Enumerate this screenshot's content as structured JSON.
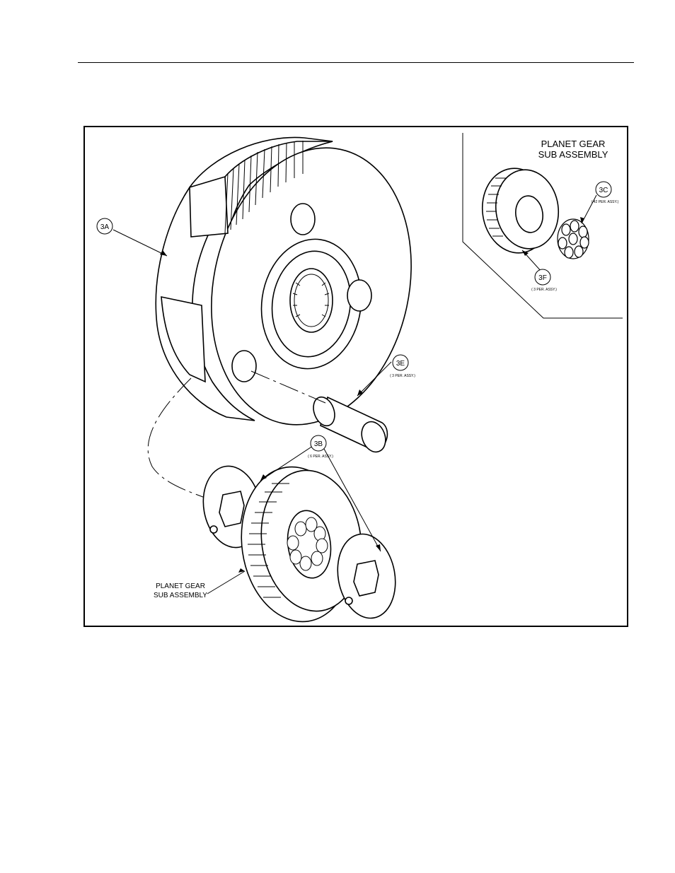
{
  "inset": {
    "title_line1": "PLANET GEAR",
    "title_line2": "SUB ASSEMBLY"
  },
  "callouts": {
    "c3a": {
      "id": "3A"
    },
    "c3b": {
      "id": "3B",
      "qty": "( 6 PER. ASSY.)"
    },
    "c3c": {
      "id": "3C",
      "qty": "( 42 PER. ASSY.)"
    },
    "c3e": {
      "id": "3E",
      "qty": "( 3 PER. ASSY.)"
    },
    "c3f": {
      "id": "3F",
      "qty": "( 3 PER. ASSY.)"
    }
  },
  "planet_label": {
    "line1": "PLANET GEAR",
    "line2": "SUB ASSEMBLY"
  }
}
